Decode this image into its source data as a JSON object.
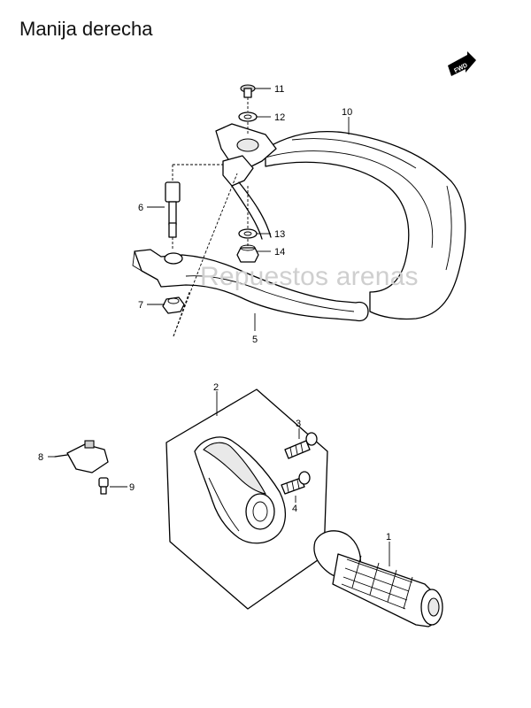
{
  "title": "Manija derecha",
  "watermark": "Repuestos arenas",
  "fwd_label": "FWD",
  "callouts": [
    "1",
    "2",
    "3",
    "4",
    "5",
    "6",
    "7",
    "8",
    "9",
    "10",
    "11",
    "12",
    "13",
    "14"
  ]
}
